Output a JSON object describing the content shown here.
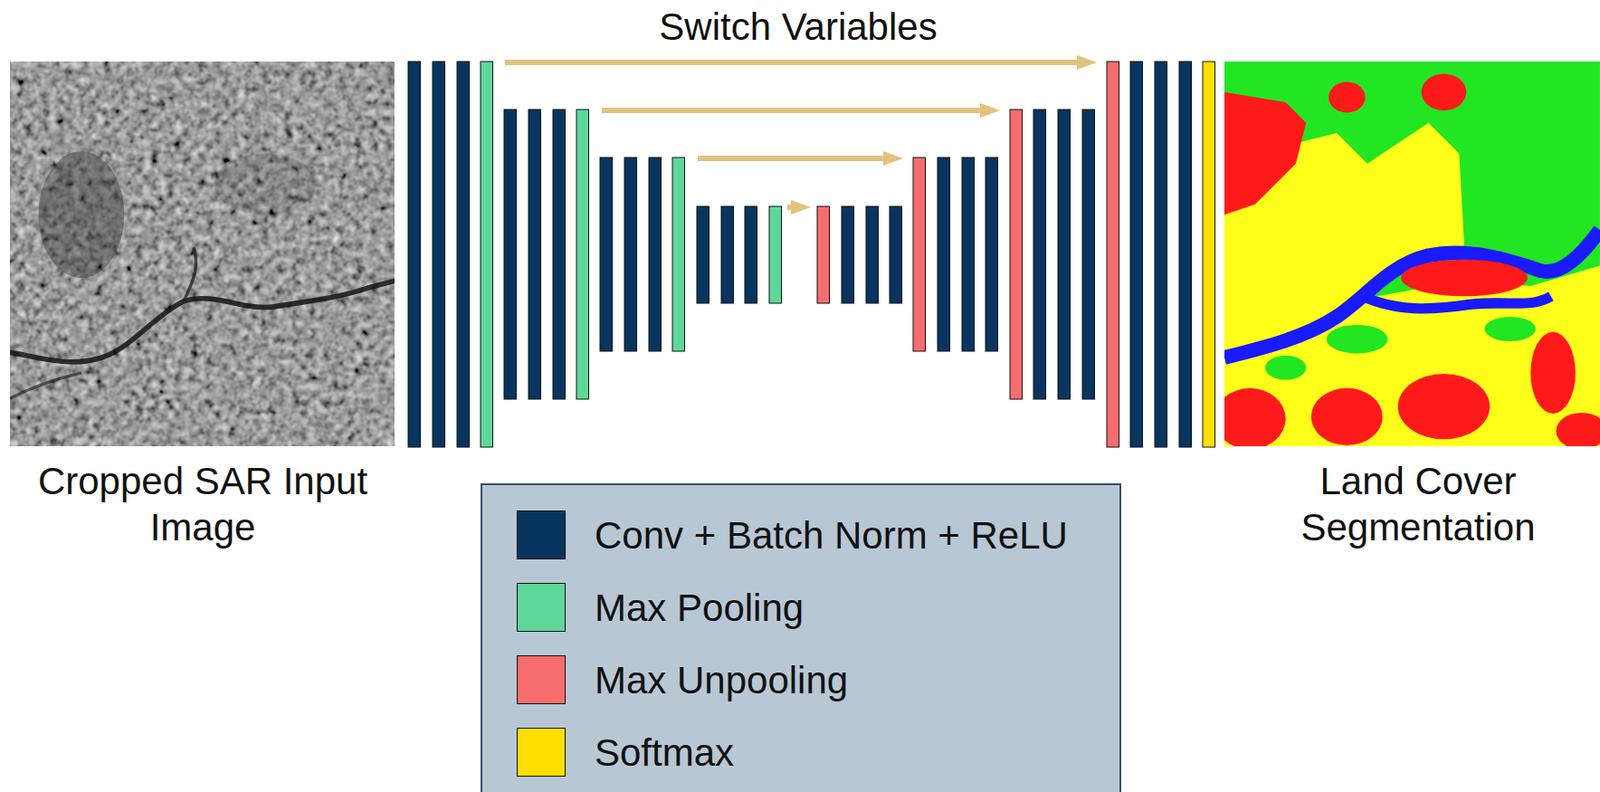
{
  "diagram": {
    "labels": [
      "Switch Variables",
      "Cropped SAR Input Image",
      "Land Cover Segmentation"
    ],
    "legend": [
      {
        "text": "Conv + Batch Norm + ReLU",
        "color": "#08355f"
      },
      {
        "text": "Max Pooling",
        "color": "#5ed898"
      },
      {
        "text": "Max Unpooling",
        "color": "#f76d6d"
      },
      {
        "text": "Softmax",
        "color": "#ffde00"
      }
    ]
  }
}
